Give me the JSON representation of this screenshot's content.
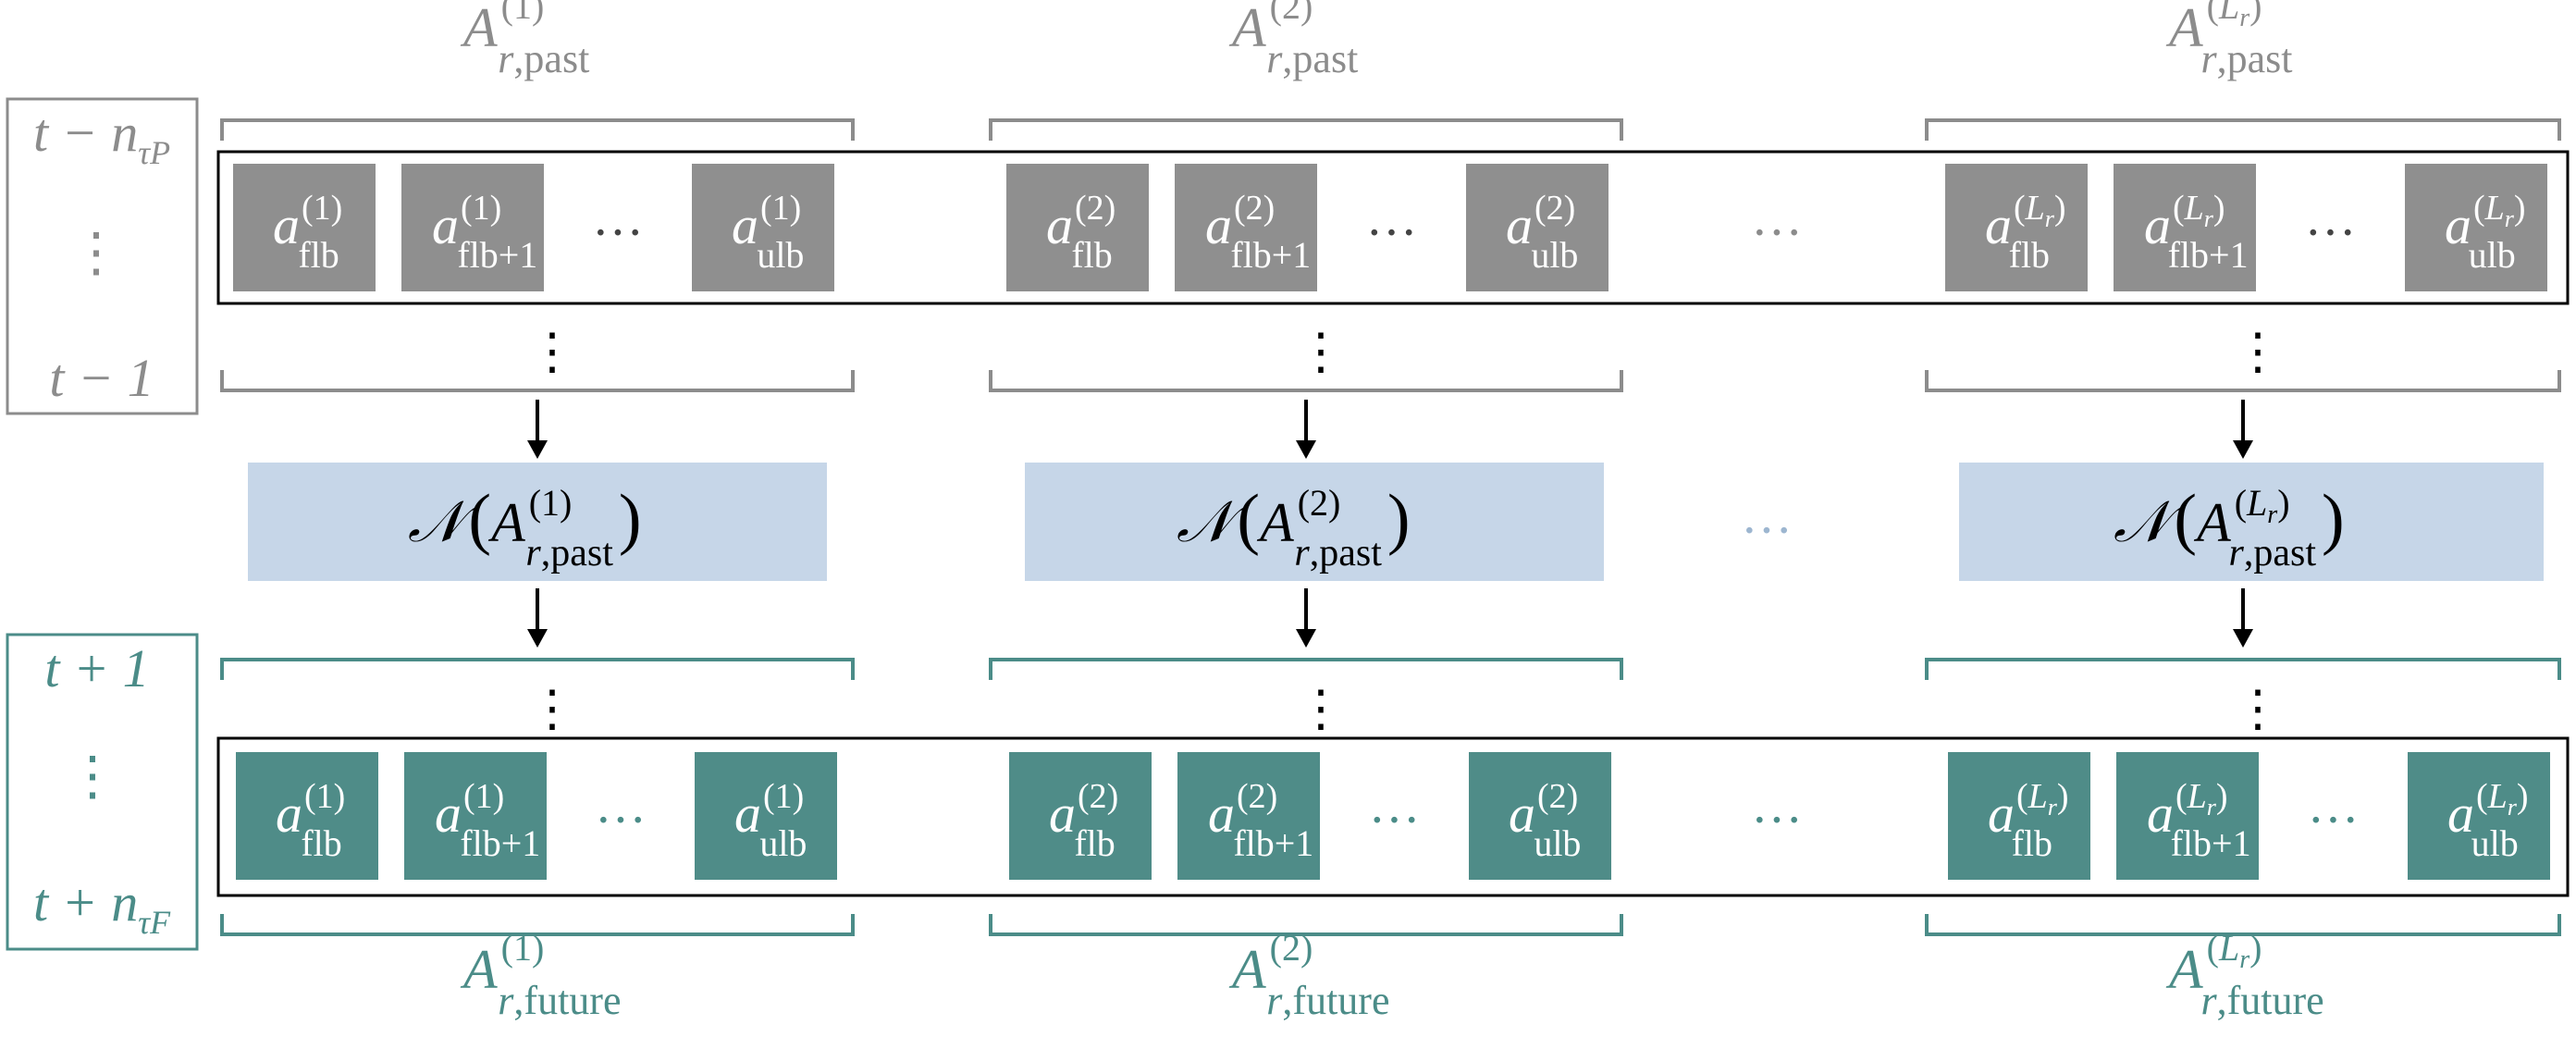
{
  "colors": {
    "past_gray": "#8c8c8c",
    "past_box": "#8f8f8f",
    "future_teal": "#4b8c88",
    "future_box": "#4f8c88",
    "network_fill": "#c6d6e8",
    "network_dots": "#9db6d0",
    "frame": "#000000"
  },
  "time_axis": {
    "past": {
      "start": "t − n",
      "start_sub": "τP",
      "dots": "⋮",
      "end": "t − 1"
    },
    "future": {
      "start": "t + 1",
      "dots": "⋮",
      "end": "t + n",
      "end_sub": "τF"
    }
  },
  "ellipsis": "···",
  "vdots": "⋮",
  "network": {
    "symbol": "𝒩",
    "past_sub": "r,past"
  },
  "future_sub": "r,future",
  "element": {
    "letter": "a",
    "flb": "flb",
    "flb1": "flb+1",
    "ulb": "ulb"
  },
  "groups": [
    {
      "sup": "(1)",
      "past_label": "A",
      "future_label": "A"
    },
    {
      "sup": "(2)",
      "past_label": "A",
      "future_label": "A"
    },
    {
      "sup": "(Lr)",
      "past_label": "A",
      "future_label": "A"
    }
  ]
}
